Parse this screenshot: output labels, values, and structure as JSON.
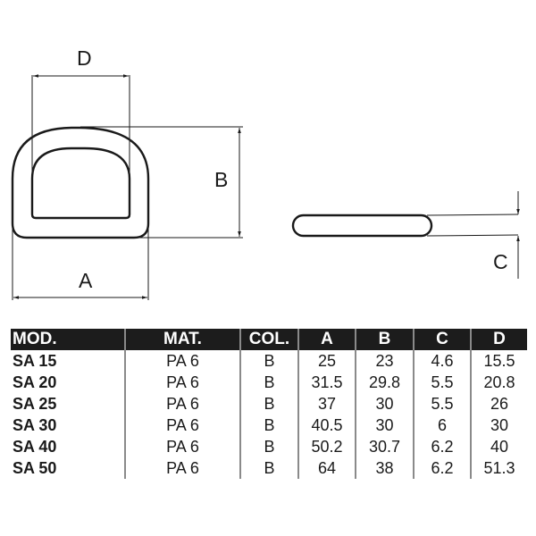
{
  "drawing": {
    "front_view_labels": {
      "width_outer": "A",
      "height": "B",
      "width_inner": "D"
    },
    "side_view_labels": {
      "thickness": "C"
    }
  },
  "table": {
    "headers": [
      "MOD.",
      "MAT.",
      "COL.",
      "A",
      "B",
      "C",
      "D"
    ],
    "rows": [
      [
        "SA 15",
        "PA 6",
        "B",
        "25",
        "23",
        "4.6",
        "15.5"
      ],
      [
        "SA 20",
        "PA 6",
        "B",
        "31.5",
        "29.8",
        "5.5",
        "20.8"
      ],
      [
        "SA 25",
        "PA 6",
        "B",
        "37",
        "30",
        "5.5",
        "26"
      ],
      [
        "SA 30",
        "PA 6",
        "B",
        "40.5",
        "30",
        "6",
        "30"
      ],
      [
        "SA 40",
        "PA 6",
        "B",
        "50.2",
        "30.7",
        "6.2",
        "40"
      ],
      [
        "SA 50",
        "PA 6",
        "B",
        "64",
        "38",
        "6.2",
        "51.3"
      ]
    ]
  },
  "colors": {
    "header_bg": "#1c1c1c",
    "header_text": "#ffffff",
    "line": "#1a1a1a",
    "divider": "#8a8a8a"
  }
}
